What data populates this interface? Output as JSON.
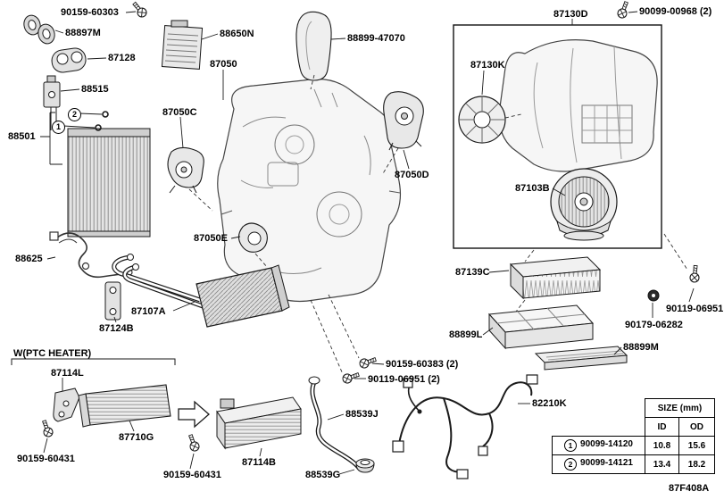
{
  "diagram": {
    "code": "87F408A",
    "section_label": "W(PTC HEATER)"
  },
  "parts": {
    "p90159_60303": "90159-60303",
    "p88897M": "88897M",
    "p88650N": "88650N",
    "p88899_47070": "88899-47070",
    "p87128": "87128",
    "p87050": "87050",
    "p88515": "88515",
    "p87050C": "87050C",
    "p88501": "88501",
    "p87050D": "87050D",
    "p87050E": "87050E",
    "p88625": "88625",
    "p87107A": "87107A",
    "p87124B": "87124B",
    "p87130D": "87130D",
    "p90099_00968": "90099-00968 (2)",
    "p87130K": "87130K",
    "p87103B": "87103B",
    "p87139C": "87139C",
    "p90119_06951": "90119-06951",
    "p90179_06282": "90179-06282",
    "p88899L": "88899L",
    "p88899M": "88899M",
    "p90159_60383_2": "90159-60383 (2)",
    "p90119_06951_2": "90119-06951 (2)",
    "p87114L": "87114L",
    "p87710G": "87710G",
    "p90159_60431": "90159-60431",
    "p87114B": "87114B",
    "p88539J": "88539J",
    "p88539G": "88539G",
    "p82210K": "82210K"
  },
  "markers": {
    "m1": "1",
    "m2": "2"
  },
  "size_table": {
    "header": "SIZE (mm)",
    "columns": {
      "id": "ID",
      "od": "OD"
    },
    "rows": [
      {
        "marker": "1",
        "part": "90099-14120",
        "id": "10.8",
        "od": "15.6"
      },
      {
        "marker": "2",
        "part": "90099-14121",
        "id": "13.4",
        "od": "18.2"
      }
    ]
  },
  "colors": {
    "ink": "#000000",
    "background": "#ffffff"
  }
}
